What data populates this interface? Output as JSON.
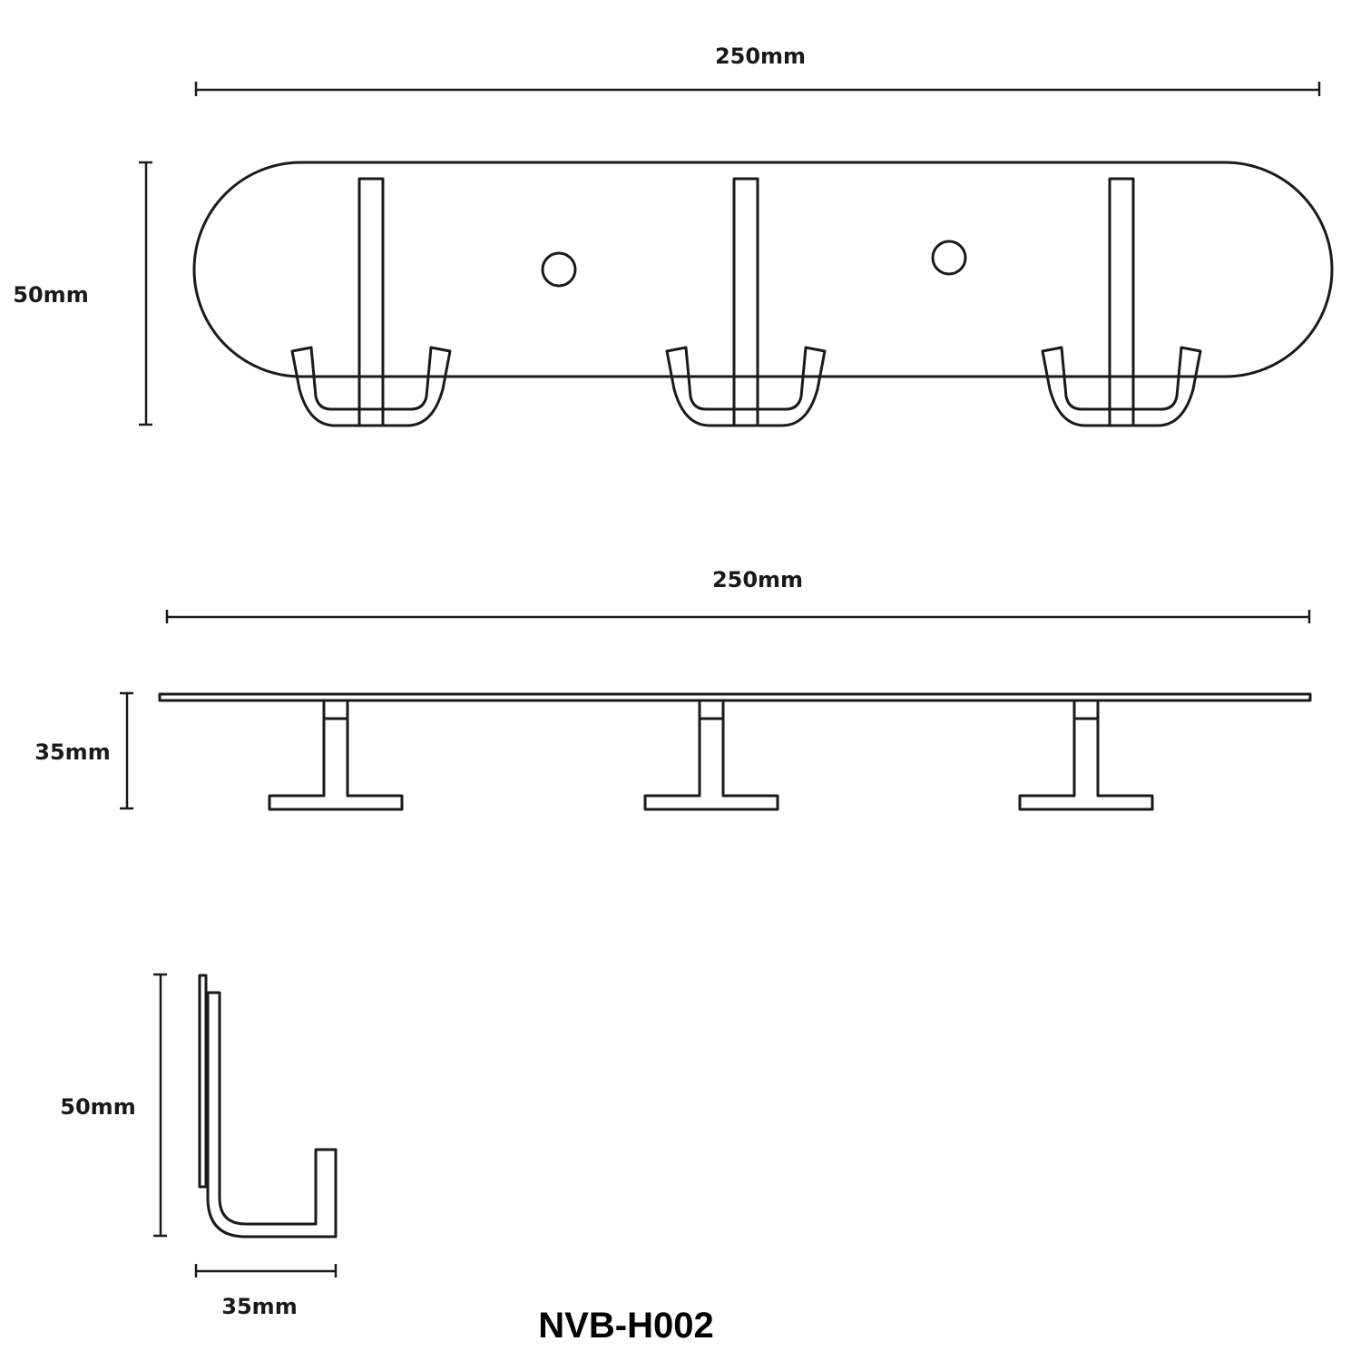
{
  "front_view": {
    "width_label": "250mm",
    "height_label": "50mm"
  },
  "top_view": {
    "width_label": "250mm",
    "depth_label": "35mm"
  },
  "side_view": {
    "height_label": "50mm",
    "depth_label": "35mm"
  },
  "model": {
    "code": "NVB-H002"
  },
  "colors": {
    "stroke": "#1a1a1a",
    "background": "#ffffff"
  }
}
